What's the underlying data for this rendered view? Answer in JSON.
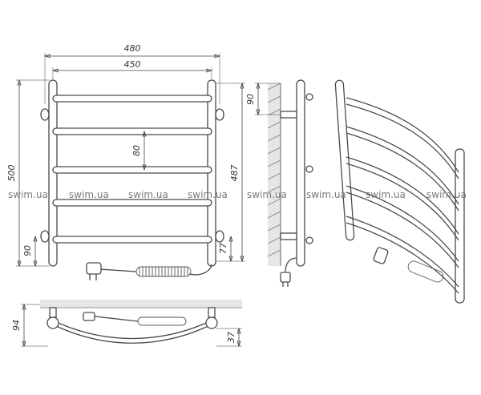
{
  "dimensions": {
    "overall_width": "480",
    "axis_width": "450",
    "overall_height": "500",
    "axis_height": "487",
    "rung_spacing": "80",
    "bottom_offset_left": "90",
    "bottom_offset_right": "77",
    "side_top_offset": "90",
    "depth": "94",
    "bottom_depth": "37"
  },
  "watermark": {
    "text": "swim.ua",
    "repeat": 8
  },
  "colors": {
    "line": "#4a4a4a",
    "wall_hatch": "#e6e6e6",
    "watermark": "#7a7a7a"
  }
}
